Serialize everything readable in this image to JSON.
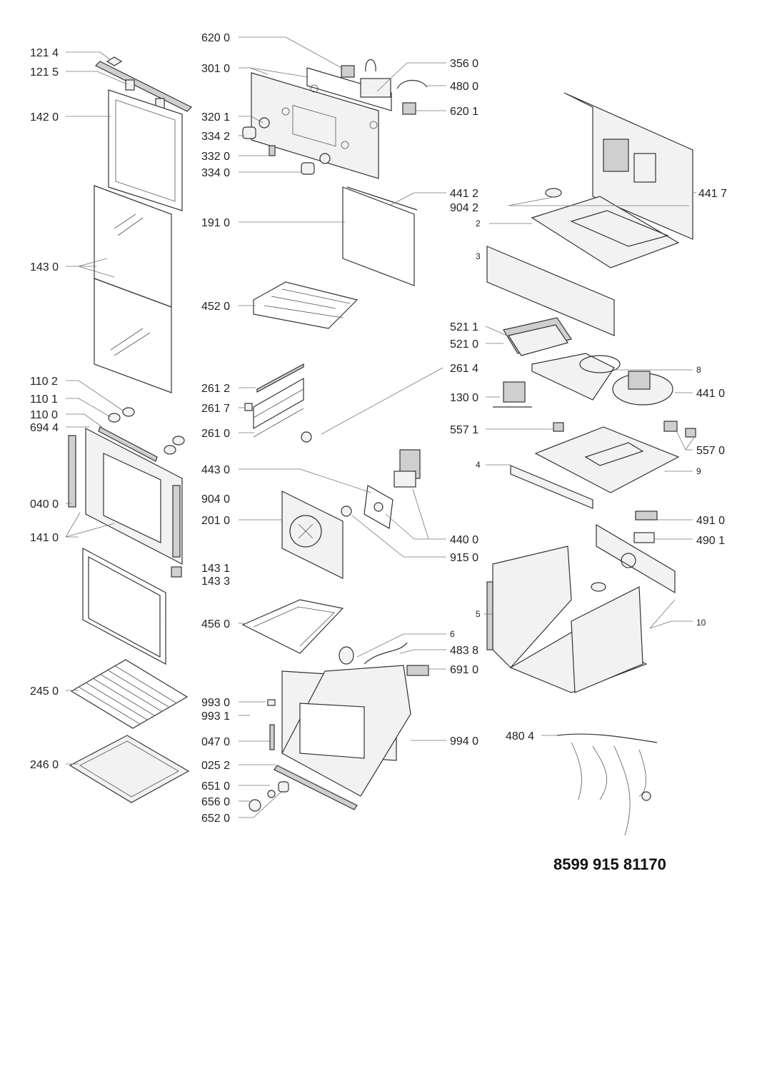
{
  "labels": {
    "l1214": "121 4",
    "l1215": "121 5",
    "l1420": "142 0",
    "l1430": "143 0",
    "l1102": "110 2",
    "l1101": "110 1",
    "l1100": "110 0",
    "l6944": "694 4",
    "l0400": "040 0",
    "l1410": "141 0",
    "l2450": "245 0",
    "l2460": "246 0",
    "l6200a": "620 0",
    "l3010": "301 0",
    "l3201": "320 1",
    "l3342": "334 2",
    "l3320": "332 0",
    "l3340": "334 0",
    "l1910": "191 0",
    "l4520": "452 0",
    "l2612": "261 2",
    "l2617": "261 7",
    "l2610": "261 0",
    "l4430": "443 0",
    "l9040b": "904 0",
    "l2010": "201 0",
    "l1431": "143 1",
    "l1433": "143 3",
    "l4560": "456 0",
    "l9930": "993 0",
    "l9931": "993 1",
    "l0470": "047 0",
    "l0252": "025 2",
    "l6510": "651 0",
    "l6560": "656 0",
    "l6520": "652 0",
    "l3560": "356 0",
    "l4800": "480 0",
    "l6201": "620 1",
    "l4412": "441 2",
    "l9042": "904 2",
    "l4417": "441 7",
    "n2": "2",
    "n3": "3",
    "l5211": "521 1",
    "l5210": "521 0",
    "n8": "8",
    "l2614": "261 4",
    "l1300": "130 0",
    "l4410": "441 0",
    "l5571": "557 1",
    "l5570": "557 0",
    "n4": "4",
    "n9": "9",
    "l4400": "440 0",
    "l9150": "915 0",
    "l4910": "491 0",
    "l4901": "490 1",
    "n5": "5",
    "n10": "10",
    "n6": "6",
    "l4838": "483 8",
    "l6910": "691 0",
    "l9940": "994 0",
    "l4804": "480 4"
  },
  "document_number": "8599 915 81170"
}
